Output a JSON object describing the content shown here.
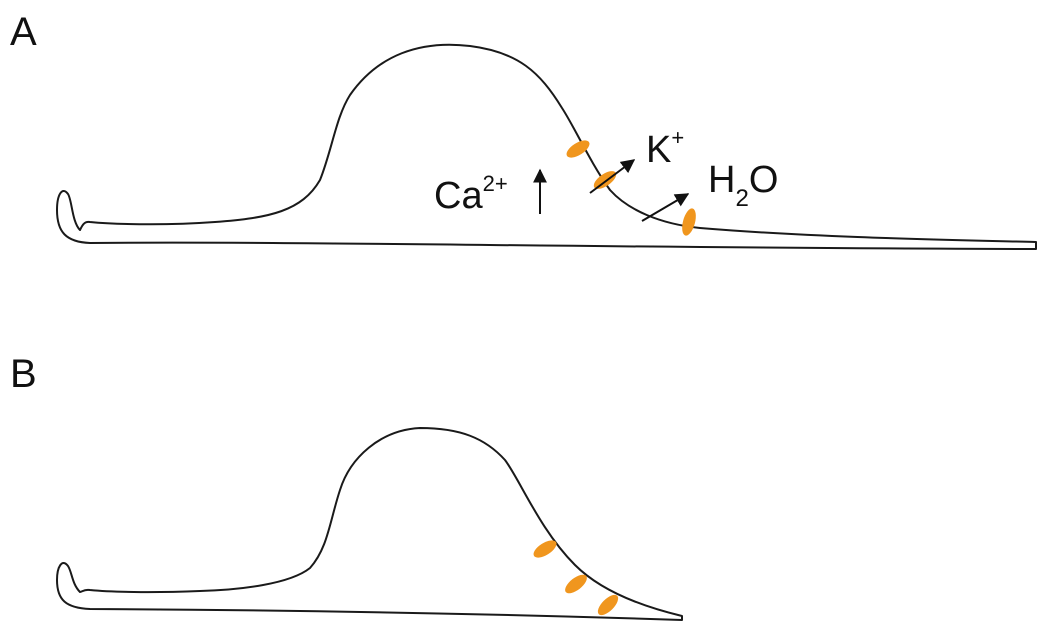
{
  "panels": {
    "a": {
      "label": "A",
      "ions": {
        "calcium": {
          "base": "Ca",
          "sup": "2+"
        },
        "potassium": {
          "base": "K",
          "sup": "+"
        },
        "water": {
          "part1": "H",
          "sub": "2",
          "part2": "O"
        }
      }
    },
    "b": {
      "label": "B"
    }
  },
  "colors": {
    "channel": "#f0961e",
    "outline": "#1a1a1a",
    "text": "#111111",
    "background": "#ffffff"
  }
}
